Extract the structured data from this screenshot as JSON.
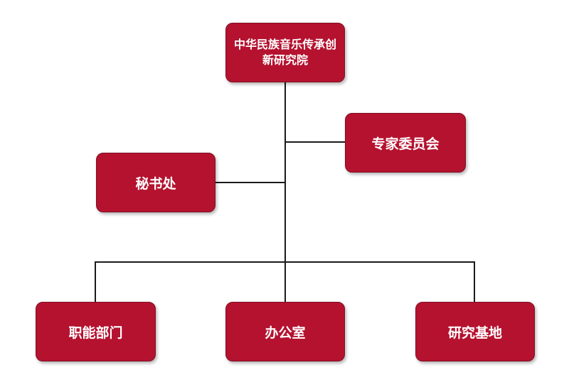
{
  "colors": {
    "node_fill": "#b5122f",
    "node_text": "#ffffff",
    "connector": "#1a1a1a",
    "background": "#ffffff"
  },
  "org_chart": {
    "root": {
      "label": "中华民族音乐传承创新研究院"
    },
    "advisory": {
      "label": "专家委员会"
    },
    "secretariat": {
      "label": "秘书处"
    },
    "departments": [
      {
        "label": "职能部门"
      },
      {
        "label": "办公室"
      },
      {
        "label": "研究基地"
      }
    ]
  }
}
